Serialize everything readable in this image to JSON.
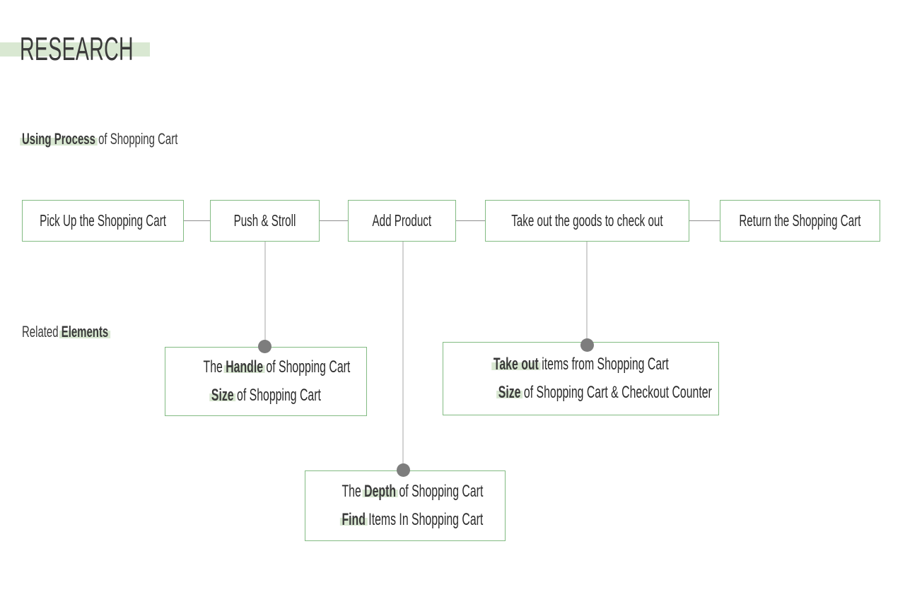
{
  "page": {
    "title": "RESEARCH",
    "background_color": "#ffffff",
    "accent_green_border": "#82bb82",
    "highlight_green": "#d9e8d2",
    "connector_gray": "#8e8e8e",
    "dot_gray": "#7d7d7d",
    "text_color": "#2b2b2b"
  },
  "sections": {
    "using_process": {
      "emphasis": "Using Process",
      "rest": " of Shopping Cart"
    },
    "related_elements": {
      "rest": "Related ",
      "emphasis": "Elements"
    }
  },
  "flow": {
    "steps": [
      {
        "label": "Pick Up the Shopping Cart"
      },
      {
        "label": "Push & Stroll"
      },
      {
        "label": "Add  Product"
      },
      {
        "label": "Take out the goods to check out"
      },
      {
        "label": "Return the Shopping Cart"
      }
    ]
  },
  "details": [
    {
      "id": "handle-size",
      "from_step": "Push & Stroll",
      "lines": [
        {
          "pre": "The ",
          "emphasis": "Handle",
          "post": " of Shopping Cart"
        },
        {
          "pre": "",
          "emphasis": "Size",
          "post": " of Shopping Cart"
        }
      ]
    },
    {
      "id": "takeout-size",
      "from_step": "Take out the goods to check out",
      "lines": [
        {
          "pre": "",
          "emphasis": "Take out",
          "post": " items from Shopping Cart"
        },
        {
          "pre": "",
          "emphasis": "Size",
          "post": " of Shopping Cart & Checkout Counter"
        }
      ]
    },
    {
      "id": "depth-find",
      "from_step": "Add  Product",
      "lines": [
        {
          "pre": "The ",
          "emphasis": "Depth",
          "post": " of Shopping Cart"
        },
        {
          "pre": "",
          "emphasis": "Find",
          "post": " Items In Shopping Cart"
        }
      ]
    }
  ]
}
